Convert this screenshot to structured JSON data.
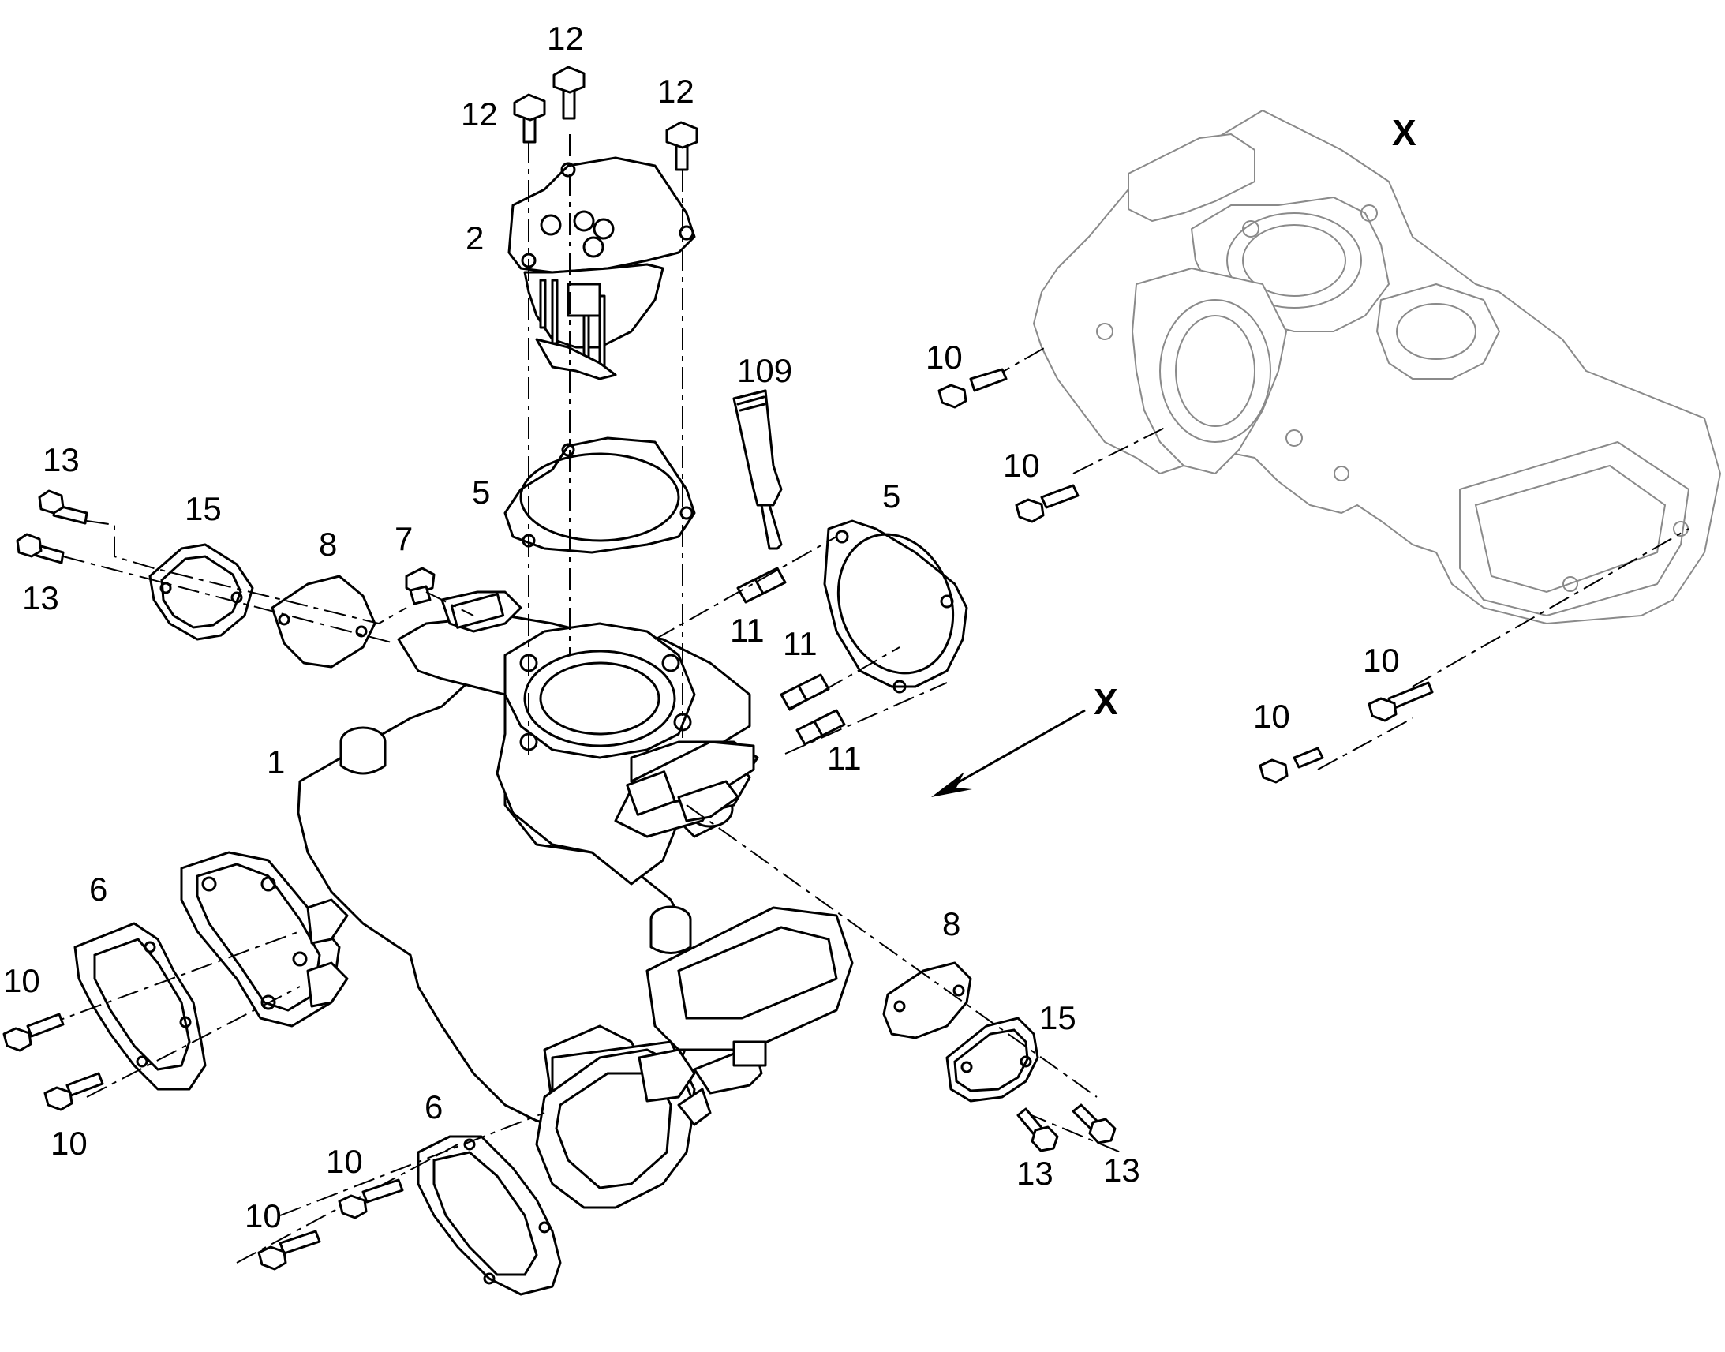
{
  "callouts": {
    "housing": "1",
    "cover": "2",
    "gasket_top": "5",
    "gasket_right": "5",
    "gasket_left": "6",
    "gasket_bottom": "6",
    "plug": "7",
    "spacer_left": "8",
    "spacer_right": "8",
    "bolt_ghost_1": "10",
    "bolt_ghost_2": "10",
    "bolt_ghost_3": "10",
    "bolt_ghost_4": "10",
    "bolt_left_1": "10",
    "bolt_left_2": "10",
    "bolt_bottom_1": "10",
    "bolt_bottom_2": "10",
    "dowel_1": "11",
    "dowel_2": "11",
    "dowel_3": "11",
    "bolt_top_1": "12",
    "bolt_top_2": "12",
    "bolt_top_3": "12",
    "bolt_small_left_1": "13",
    "bolt_small_left_2": "13",
    "bolt_small_right_1": "13",
    "bolt_small_right_2": "13",
    "plate_left": "15",
    "plate_right": "15",
    "sealant": "109",
    "view_label": "X",
    "view_arrow_label": "X"
  },
  "icons": {
    "arrow": "view-direction-arrow-icon"
  }
}
